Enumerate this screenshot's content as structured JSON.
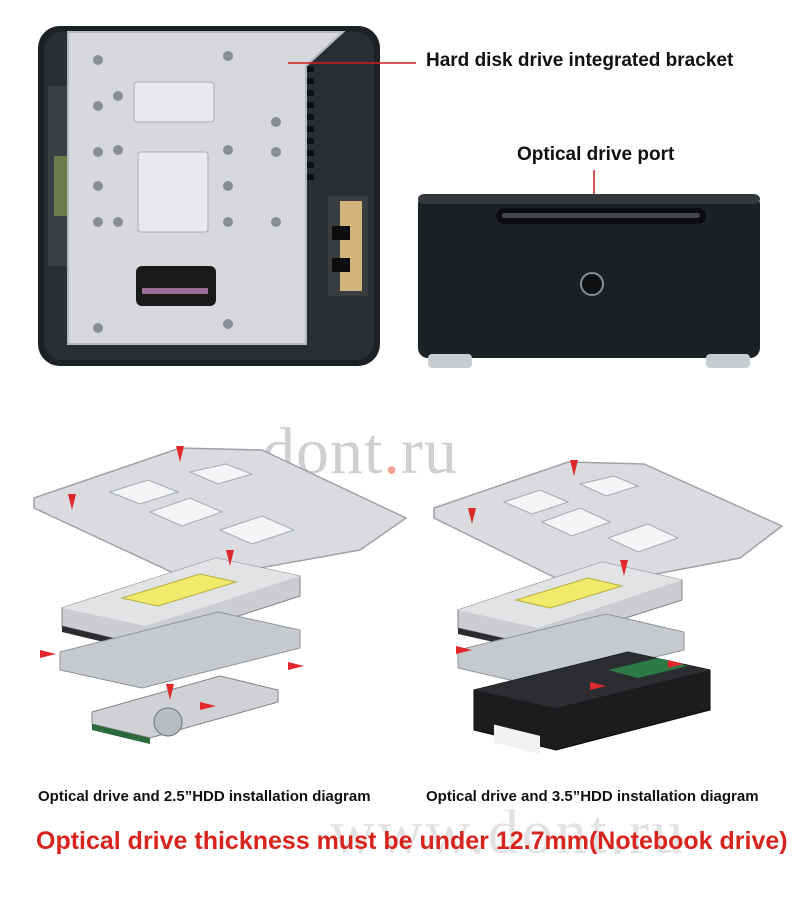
{
  "labels": {
    "bracket": "Hard disk drive integrated bracket",
    "optical_port": "Optical drive port",
    "diagram_25": "Optical drive and 2.5”HDD installation diagram",
    "diagram_35": "Optical drive and 3.5”HDD installation diagram",
    "requirement": "Optical drive thickness must be under 12.7mm(Notebook drive)"
  },
  "watermark": {
    "text": "dont.ru",
    "main_pre": "dont",
    "main_dot": ".",
    "main_post": "ru",
    "footer": "www.dont.ru"
  },
  "colors": {
    "requirement_text": "#d8241c",
    "leader_line": "#cc1d1d",
    "arrow": "#e0282a",
    "case_body": "#1d2024",
    "bracket_metal": "#d6d8dc"
  }
}
